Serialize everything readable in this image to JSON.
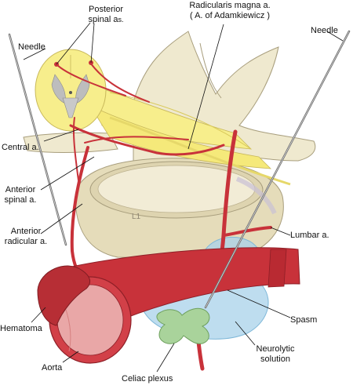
{
  "labels": {
    "posterior_spinal": [
      "Posterior",
      "spinal a",
      "s."
    ],
    "radicularis_magna": [
      "Radicularis magna a.",
      "( A. of Adamkiewicz )"
    ],
    "needle_left": "Needle",
    "needle_right": "Needle",
    "central": "Central a.",
    "anterior_spinal": [
      "Anterior",
      "spinal a."
    ],
    "anterior_radicular": [
      "Anterior",
      "radicular a."
    ],
    "vertebra_level": "L1",
    "lumbar": "Lumbar a.",
    "hematoma": "Hematoma",
    "spasm": "Spasm",
    "neurolytic": [
      "Neurolytic",
      "solution"
    ],
    "aorta": "Aorta",
    "celiac_plexus": "Celiac plexus"
  },
  "colors": {
    "bone": "#efe9cf",
    "bone_shadow": "#d9d0ad",
    "nerve": "#f7ee8c",
    "artery": "#c8323a",
    "artery_dark": "#8e1f27",
    "aorta_inner": "#e9a7a7",
    "neurolytic_solution": "#a8d2ea",
    "celiac_plexus": "#a9d39b",
    "needle": "#6f6f6f"
  }
}
